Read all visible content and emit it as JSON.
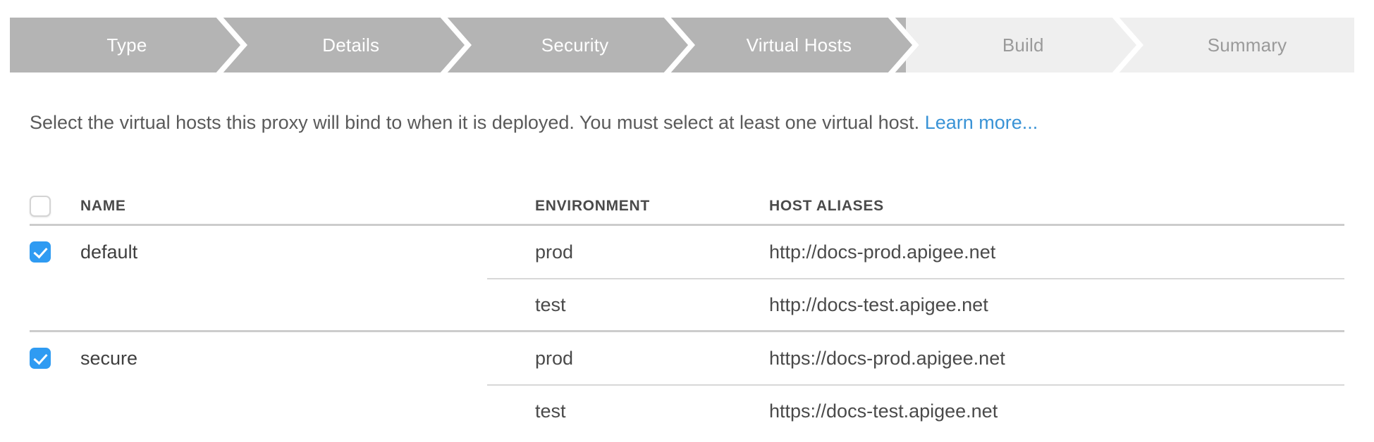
{
  "wizard": {
    "steps": [
      {
        "label": "Type",
        "state": "active"
      },
      {
        "label": "Details",
        "state": "active"
      },
      {
        "label": "Security",
        "state": "active"
      },
      {
        "label": "Virtual Hosts",
        "state": "active"
      },
      {
        "label": "Build",
        "state": "inactive"
      },
      {
        "label": "Summary",
        "state": "inactive"
      }
    ],
    "active_color": "#b4b4b4",
    "inactive_color": "#efefef",
    "active_text_color": "#ffffff",
    "inactive_text_color": "#9a9a9a"
  },
  "description": {
    "text": "Select the virtual hosts this proxy will bind to when it is deployed. You must select at least one virtual host.",
    "link_label": "Learn more...",
    "link_color": "#3a93d6"
  },
  "table": {
    "select_all_checked": false,
    "headers": {
      "name": "NAME",
      "environment": "ENVIRONMENT",
      "host_aliases": "HOST ALIASES"
    },
    "accent_color": "#2f9bf2",
    "groups": [
      {
        "name": "default",
        "checked": true,
        "rows": [
          {
            "environment": "prod",
            "host_alias": "http://docs-prod.apigee.net"
          },
          {
            "environment": "test",
            "host_alias": "http://docs-test.apigee.net"
          }
        ]
      },
      {
        "name": "secure",
        "checked": true,
        "rows": [
          {
            "environment": "prod",
            "host_alias": "https://docs-prod.apigee.net"
          },
          {
            "environment": "test",
            "host_alias": "https://docs-test.apigee.net"
          }
        ]
      }
    ]
  }
}
